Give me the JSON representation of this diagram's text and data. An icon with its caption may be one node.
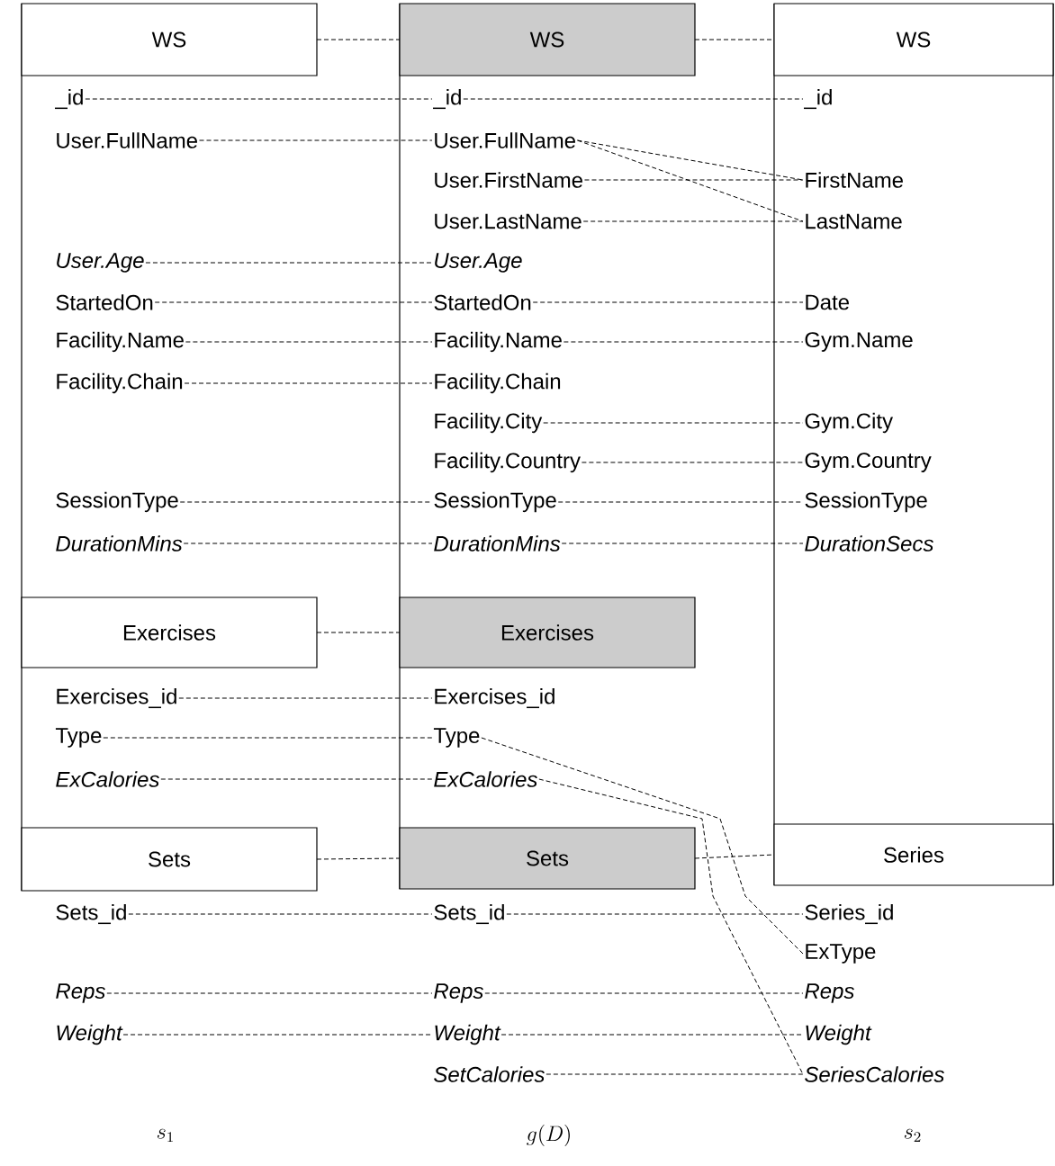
{
  "diagram": {
    "nodes": [
      {
        "text": [
          "WS"
        ]
      },
      {
        "text": [
          "WS"
        ]
      },
      {
        "text": [
          "WS"
        ]
      },
      {
        "text": [
          "_id"
        ]
      },
      {
        "text": [
          "_id"
        ]
      },
      {
        "text": [
          "_id"
        ]
      },
      {
        "text": [
          "User.FullName"
        ]
      },
      {
        "text": [
          "User.FullName"
        ]
      },
      {
        "text": [
          "User.FirstName"
        ]
      },
      {
        "text": [
          "FirstName"
        ]
      },
      {
        "text": [
          "User.LastName"
        ]
      },
      {
        "text": [
          "LastName"
        ]
      },
      {
        "text": [
          "User.Age"
        ]
      },
      {
        "text": [
          "User.Age"
        ]
      },
      {
        "text": [
          "StartedOn"
        ]
      },
      {
        "text": [
          "StartedOn"
        ]
      },
      {
        "text": [
          "Date"
        ]
      },
      {
        "text": [
          "Facility.Name"
        ]
      },
      {
        "text": [
          "Facility.Name"
        ]
      },
      {
        "text": [
          "Gym.Name"
        ]
      },
      {
        "text": [
          "Facility.Chain"
        ]
      },
      {
        "text": [
          "Facility.Chain"
        ]
      },
      {
        "text": [
          "Facility.City"
        ]
      },
      {
        "text": [
          "Gym.City"
        ]
      },
      {
        "text": [
          "Facility.Country"
        ]
      },
      {
        "text": [
          "Gym.Country"
        ]
      },
      {
        "text": [
          "SessionType"
        ]
      },
      {
        "text": [
          "SessionType"
        ]
      },
      {
        "text": [
          "SessionType"
        ]
      },
      {
        "text": [
          "DurationMins"
        ]
      },
      {
        "text": [
          "DurationMins"
        ]
      },
      {
        "text": [
          "DurationSecs"
        ]
      },
      {
        "text": [
          "Exercises"
        ]
      },
      {
        "text": [
          "Exercises"
        ]
      },
      {
        "text": [
          "Exercises_id"
        ]
      },
      {
        "text": [
          "Exercises_id"
        ]
      },
      {
        "text": [
          "Type"
        ]
      },
      {
        "text": [
          "Type"
        ]
      },
      {
        "text": [
          "ExCalories"
        ]
      },
      {
        "text": [
          "ExCalories"
        ]
      },
      {
        "text": [
          "Sets"
        ]
      },
      {
        "text": [
          "Sets"
        ]
      },
      {
        "text": [
          "Series"
        ]
      },
      {
        "text": [
          "Sets_id"
        ]
      },
      {
        "text": [
          "Sets_id"
        ]
      },
      {
        "text": [
          "Series_id"
        ]
      },
      {
        "text": [
          "ExType"
        ]
      },
      {
        "text": [
          "Reps"
        ]
      },
      {
        "text": [
          "Reps"
        ]
      },
      {
        "text": [
          "Reps"
        ]
      },
      {
        "text": [
          "Weight"
        ]
      },
      {
        "text": [
          "Weight"
        ]
      },
      {
        "text": [
          "Weight"
        ]
      },
      {
        "text": [
          "SetCalories"
        ]
      },
      {
        "text": [
          "SeriesCalories"
        ]
      }
    ],
    "edges": [
      {
        "from": 0,
        "to": 1,
        "arrow": "none",
        "style": "dashed"
      },
      {
        "from": 1,
        "to": 2,
        "arrow": "none",
        "style": "dashed"
      },
      {
        "from": 3,
        "to": 4,
        "arrow": "none",
        "style": "dashed"
      },
      {
        "from": 4,
        "to": 5,
        "arrow": "none",
        "style": "dashed"
      },
      {
        "from": 6,
        "to": 7,
        "arrow": "none",
        "style": "dashed"
      },
      {
        "from": 7,
        "to": 9,
        "arrow": "none",
        "style": "dashed"
      },
      {
        "from": 7,
        "to": 11,
        "arrow": "none",
        "style": "dashed"
      },
      {
        "from": 8,
        "to": 9,
        "arrow": "none",
        "style": "dashed"
      },
      {
        "from": 10,
        "to": 11,
        "arrow": "none",
        "style": "dashed"
      },
      {
        "from": 12,
        "to": 13,
        "arrow": "none",
        "style": "dashed"
      },
      {
        "from": 14,
        "to": 15,
        "arrow": "none",
        "style": "dashed"
      },
      {
        "from": 15,
        "to": 16,
        "arrow": "none",
        "style": "dashed"
      },
      {
        "from": 17,
        "to": 18,
        "arrow": "none",
        "style": "dashed"
      },
      {
        "from": 18,
        "to": 19,
        "arrow": "none",
        "style": "dashed"
      },
      {
        "from": 20,
        "to": 21,
        "arrow": "none",
        "style": "dashed"
      },
      {
        "from": 22,
        "to": 23,
        "arrow": "none",
        "style": "dashed"
      },
      {
        "from": 24,
        "to": 25,
        "arrow": "none",
        "style": "dashed"
      },
      {
        "from": 26,
        "to": 27,
        "arrow": "none",
        "style": "dashed"
      },
      {
        "from": 27,
        "to": 28,
        "arrow": "none",
        "style": "dashed"
      },
      {
        "from": 29,
        "to": 30,
        "arrow": "none",
        "style": "dashed"
      },
      {
        "from": 30,
        "to": 31,
        "arrow": "none",
        "style": "dashed"
      },
      {
        "from": 32,
        "to": 33,
        "arrow": "none",
        "style": "dashed"
      },
      {
        "from": 34,
        "to": 35,
        "arrow": "none",
        "style": "dashed"
      },
      {
        "from": 36,
        "to": 37,
        "arrow": "none",
        "style": "dashed"
      },
      {
        "from": 38,
        "to": 39,
        "arrow": "none",
        "style": "dashed"
      },
      {
        "from": 37,
        "to": 46,
        "arrow": "none",
        "style": "dashed"
      },
      {
        "from": 39,
        "to": 54,
        "arrow": "none",
        "style": "dashed"
      },
      {
        "from": 40,
        "to": 41,
        "arrow": "none",
        "style": "dashed"
      },
      {
        "from": 41,
        "to": 42,
        "arrow": "none",
        "style": "dashed"
      },
      {
        "from": 43,
        "to": 44,
        "arrow": "none",
        "style": "dashed"
      },
      {
        "from": 44,
        "to": 45,
        "arrow": "none",
        "style": "dashed"
      },
      {
        "from": 47,
        "to": 48,
        "arrow": "none",
        "style": "dashed"
      },
      {
        "from": 48,
        "to": 49,
        "arrow": "none",
        "style": "dashed"
      },
      {
        "from": 50,
        "to": 51,
        "arrow": "none",
        "style": "dashed"
      },
      {
        "from": 51,
        "to": 52,
        "arrow": "none",
        "style": "dashed"
      },
      {
        "from": 53,
        "to": 54,
        "arrow": "none",
        "style": "dashed"
      }
    ],
    "labels": [
      "s_1",
      "g(D)",
      "s_2"
    ]
  }
}
